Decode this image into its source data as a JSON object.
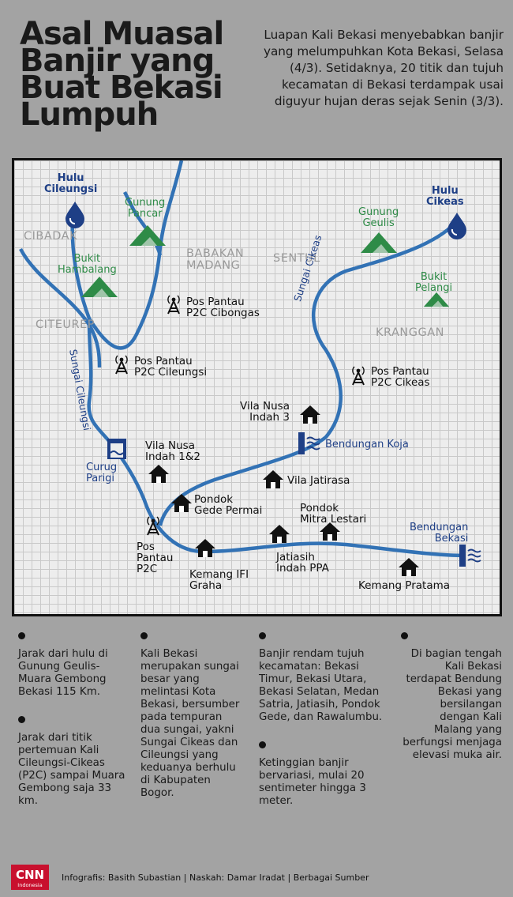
{
  "title": [
    "Asal Muasal",
    "Banjir yang",
    "Buat Bekasi",
    "Lumpuh"
  ],
  "intro": "Luapan Kali Bekasi menyebabkan banjir yang melumpuhkan Kota Bekasi, Selasa (4/3). Setidaknya, 20 titik dan tujuh kecamatan di Bekasi terdampak usai diguyur hujan deras sejak Senin (3/3).",
  "map": {
    "sources": [
      {
        "lines": [
          "Hulu",
          "Cileungsi"
        ]
      },
      {
        "lines": [
          "Hulu",
          "Cikeas"
        ]
      }
    ],
    "mountains": [
      {
        "lines": [
          "Gunung",
          "Pancar"
        ]
      },
      {
        "lines": [
          "Bukit",
          "Hambalang"
        ]
      },
      {
        "lines": [
          "Gunung",
          "Geulis"
        ]
      },
      {
        "lines": [
          "Bukit",
          "Pelangi"
        ]
      }
    ],
    "areas": [
      {
        "lines": [
          "CIBADAK"
        ]
      },
      {
        "lines": [
          "BABAKAN",
          "MADANG"
        ]
      },
      {
        "lines": [
          "SENTUL"
        ]
      },
      {
        "lines": [
          "CITEUREP"
        ]
      },
      {
        "lines": [
          "KRANGGAN"
        ]
      }
    ],
    "rivers": [
      "Sungai Cikeas",
      "Sungai Cileungsi"
    ],
    "posts": [
      {
        "lines": [
          "Pos Pantau",
          "P2C Cibongas"
        ]
      },
      {
        "lines": [
          "Pos Pantau",
          "P2C Cileungsi"
        ]
      },
      {
        "lines": [
          "Pos Pantau",
          "P2C Cikeas"
        ]
      },
      {
        "lines": [
          "Pos",
          "Pantau",
          "P2C"
        ]
      }
    ],
    "dams": [
      {
        "lines": [
          "Curug",
          "Parigi"
        ]
      },
      {
        "lines": [
          "Bendungan Koja"
        ]
      },
      {
        "lines": [
          "Bendungan",
          "Bekasi"
        ]
      }
    ],
    "houses": [
      {
        "lines": [
          "Vila Nusa",
          "Indah 3"
        ]
      },
      {
        "lines": [
          "Vila Nusa",
          "Indah 1&2"
        ]
      },
      {
        "lines": [
          "Vila Jatirasa"
        ]
      },
      {
        "lines": [
          "Pondok",
          "Gede Permai"
        ]
      },
      {
        "lines": [
          "Pondok",
          "Mitra Lestari"
        ]
      },
      {
        "lines": [
          "Jatiasih",
          "Indah PPA"
        ]
      },
      {
        "lines": [
          "Kemang IFI",
          "Graha"
        ]
      },
      {
        "lines": [
          "Kemang Pratama"
        ]
      }
    ]
  },
  "facts": [
    [
      "Jarak dari hulu di Gunung Geulis-Muara Gembong Bekasi 115 Km.",
      "Jarak dari titik pertemuan Kali Cileungsi-Cikeas (P2C) sampai Muara Gembong saja 33 km."
    ],
    [
      "Kali Bekasi merupakan sungai besar yang melintasi Kota Bekasi, bersumber pada tempuran dua sungai, yakni Sungai Cikeas dan Cileungsi yang keduanya berhulu di Kabupaten Bogor."
    ],
    [
      "Banjir rendam tujuh kecamatan: Bekasi Timur, Bekasi Utara, Bekasi Selatan, Medan Satria, Jatiasih, Pondok Gede, dan Rawalumbu.",
      "Ketinggian banjir bervariasi, mulai 20 sentimeter hingga 3 meter."
    ],
    [
      "Di bagian tengah Kali Bekasi terdapat Bendung Bekasi yang bersilangan dengan Kali Malang yang berfungsi menjaga elevasi muka air."
    ]
  ],
  "footer": {
    "logo_text": "CNN",
    "logo_sub": "Indonesia",
    "credits": "Infografis: Basith Subastian | Naskah: Damar Iradat | Berbagai Sumber"
  },
  "colors": {
    "river": "#3272b5",
    "dark_blue": "#1e3f86",
    "mountain_green": "#2e8b47",
    "logo_red": "#c8102e"
  }
}
